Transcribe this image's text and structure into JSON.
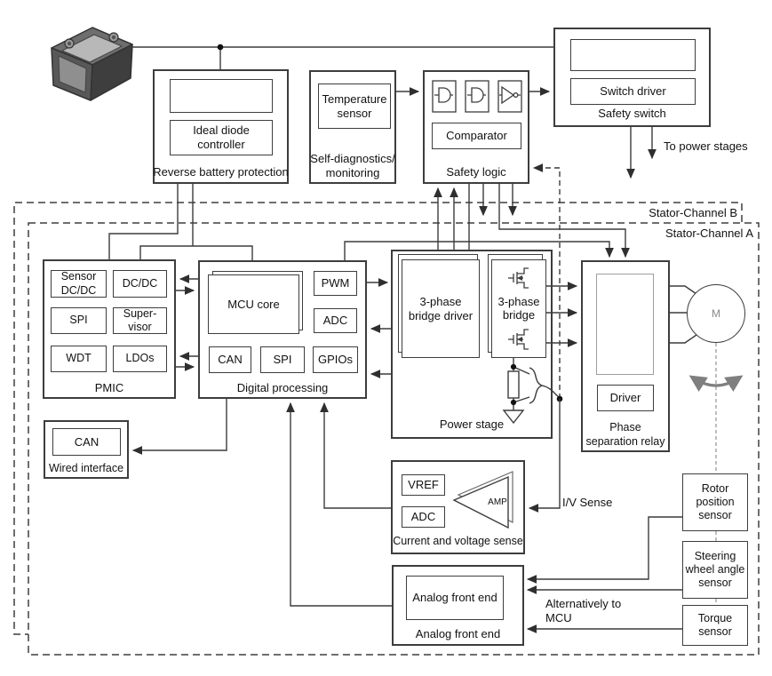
{
  "blocks": {
    "rbp": {
      "label": "Reverse battery protection",
      "controller": "Ideal diode\ncontroller"
    },
    "diagnostics": {
      "label": "Self-diagnostics/\nmonitoring",
      "temp": "Temperature\nsensor"
    },
    "safety_logic": {
      "label": "Safety logic",
      "comparator": "Comparator"
    },
    "safety_switch": {
      "label": "Safety switch",
      "driver": "Switch driver"
    },
    "pmic": {
      "label": "PMIC",
      "cells": [
        "Sensor\nDC/DC",
        "DC/DC",
        "SPI",
        "Super-\nvisor",
        "WDT",
        "LDOs"
      ]
    },
    "digital": {
      "label": "Digital processing",
      "mcu": "MCU core",
      "pwm": "PWM",
      "adc": "ADC",
      "can": "CAN",
      "spi": "SPI",
      "gpios": "GPIOs"
    },
    "power_stage": {
      "label": "Power stage",
      "bridge_driver": "3-phase\nbridge driver",
      "bridge": "3-phase\nbridge"
    },
    "relay": {
      "label": "Phase\nseparation relay",
      "driver": "Driver"
    },
    "motor": {
      "symbol": "M"
    },
    "wired": {
      "label": "Wired interface",
      "can": "CAN"
    },
    "cvs": {
      "label": "Current and voltage sense",
      "vref": "VREF",
      "adc": "ADC",
      "amp": "AMP"
    },
    "afe": {
      "label": "Analog front end",
      "inner": "Analog front end"
    },
    "sensors": {
      "rotor": "Rotor\nposition\nsensor",
      "steering": "Steering\nwheel angle\nsensor",
      "torque": "Torque\nsensor"
    }
  },
  "annotations": {
    "to_power_stages": "To power stages",
    "iv_sense": "I/V Sense",
    "alt_mcu": "Alternatively to\nMCU",
    "channel_b": "Stator-Channel B",
    "channel_a": "Stator-Channel A"
  },
  "icons": {
    "battery": "car-battery-icon",
    "and_gate": "and-gate-icon",
    "inverter": "inverter-gate-icon",
    "mosfet": "mosfet-icon",
    "ground": "ground-icon",
    "shunt_resistor": "resistor-icon",
    "rotation": "rotation-arrows-icon",
    "amplifier": "amplifier-triangle-icon"
  },
  "colors": {
    "line": "#3c3c3c",
    "gray_line": "#9a9a9a",
    "accent_gray": "#7f7f7f",
    "border": "#3d3d3d",
    "background": "#ffffff"
  }
}
